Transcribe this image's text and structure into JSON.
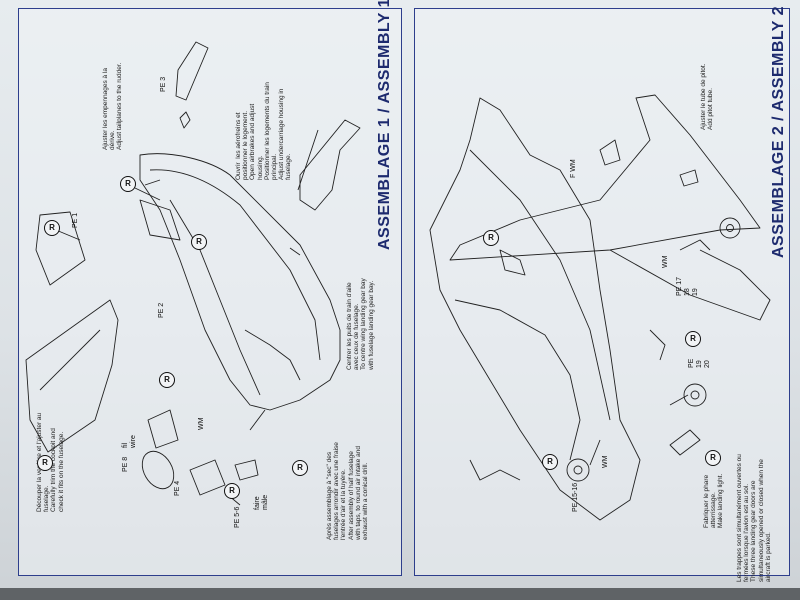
{
  "assemblies": {
    "assembly1": "ASSEMBLAGE 1 / ASSEMBLY 1",
    "assembly2": "ASSEMBLAGE 2 / ASSEMBLY 2"
  },
  "instructions": {
    "tailplanes": "Ajuster les empennages à la\ndérive.\nAdjust tailplanes to the rudder.",
    "airbrakes": "Ouvrir  les aérofreins et\npositionner le logement.\nOpen airbrakes and adjust\nhousing.\nPositionner les logements du train\nprincipal.\nAdjust undercarriage housing in\nfuselage.",
    "wheel_bays": "Centrer les puits de train d'aile\navec ceux de fuselage.\nTo centre wing landing gear bay\nwith fuselage landing gear bay.",
    "fuselage": "Après assemblage à \"sec\" des\nfuselages arrondir avec une fraise\nl'entrée d'air et la tuyère.\nAfter assembly of half fuselage\nwith taps, to round air intake and\nexhaust with a conical drill.",
    "canopy": "Découper la verrière et l'ajuster au\nfuselage.\nCarefully trim the cockpit and\ncheck it fits on the fuselage.",
    "pitot": "Ajuster le tube de pitot.\nAdd pitot tube.",
    "landing_light": "Fabriquer le phare\natterrissage.\nMake landing light.",
    "gear_doors": "Les trappes sont simultanément ouvertes ou\nfermées lorsque l'avion est au sol.\nThese three landing gear doors are\nsimultaneously opened or closed when the\naircraft is parked."
  },
  "part_labels": {
    "pe3": "PE 3",
    "pe1": "PE 1",
    "pe2": "PE 2",
    "pe8": "PE 8",
    "pe4": "PE 4",
    "pe56": "PE 5-6",
    "fil_wire": "fil\nwire",
    "wm_left": "WM",
    "faire_male": "faire\nmâle",
    "wm_right_top": "WM",
    "pe171819": "PE 17\n18\n19",
    "pe1920": "PE\n19\n20",
    "wm_right_bottom": "WM",
    "pe1516": "PE 15-16",
    "wm_wire": "F WM"
  },
  "marker": "R"
}
